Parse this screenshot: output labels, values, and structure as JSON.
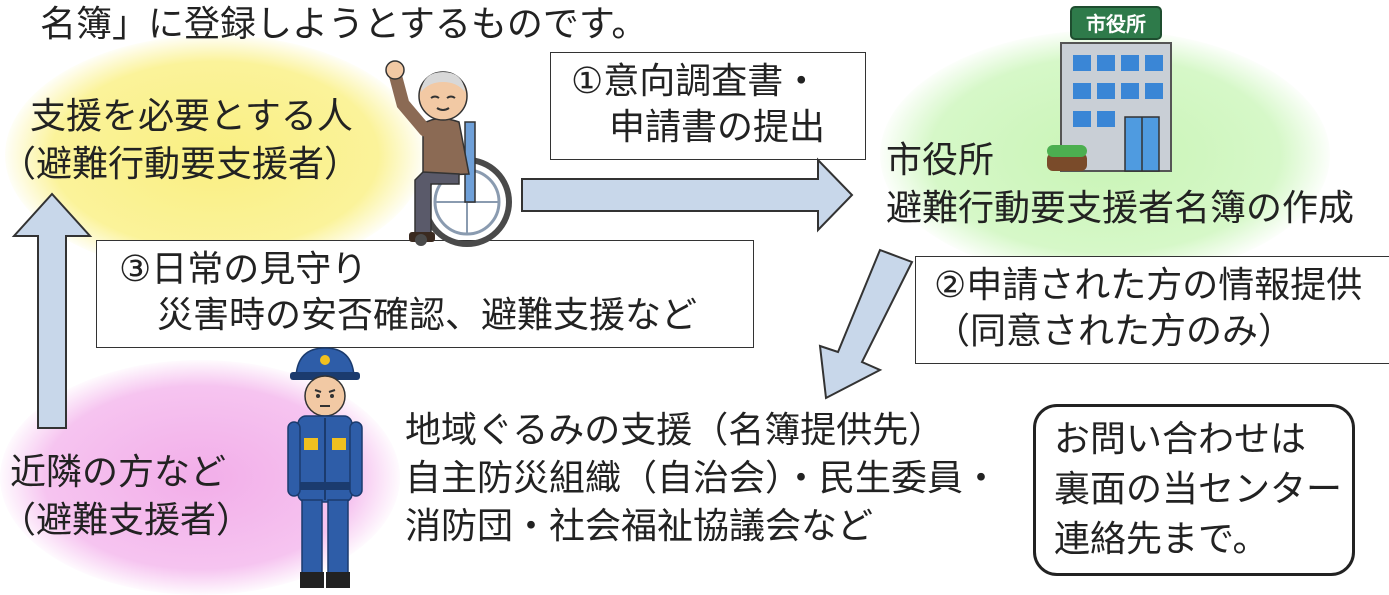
{
  "intro_tail": "名簿」に登録しようとするものです。",
  "person_needing_support": {
    "line1": "支援を必要とする人",
    "line2": "（避難行動要支援者）"
  },
  "city_hall": {
    "sign": "市役所",
    "line1": "市役所",
    "line2": "避難行動要支援者名簿の作成"
  },
  "step1": {
    "line1": "①意向調査書・",
    "line2": "申請書の提出"
  },
  "step2": {
    "line1": "②申請された方の情報提供",
    "line2": "（同意された方のみ）"
  },
  "step3": {
    "line1": "③日常の見守り",
    "line2": "災害時の安否確認、避難支援など"
  },
  "community": {
    "line1": "地域ぐるみの支援（名簿提供先）",
    "line2": "自主防災組織（自治会）・民生委員・",
    "line3": "消防団・社会福祉協議会など"
  },
  "neighbors": {
    "line1": "近隣の方など",
    "line2": "（避難支援者）"
  },
  "contact_note": {
    "line1": "お問い合わせは",
    "line2": "裏面の当センター",
    "line3": "連絡先まで。"
  },
  "colors": {
    "yellow_blob": "#fbf39a",
    "green_blob": "#d3f7c4",
    "pink_blob": "#f6c0f0",
    "arrow_fill": "#c8d7ea",
    "arrow_stroke": "#333333"
  },
  "icons": [
    "wheelchair-user-illustration",
    "city-hall-building-illustration",
    "firefighter-illustration"
  ]
}
